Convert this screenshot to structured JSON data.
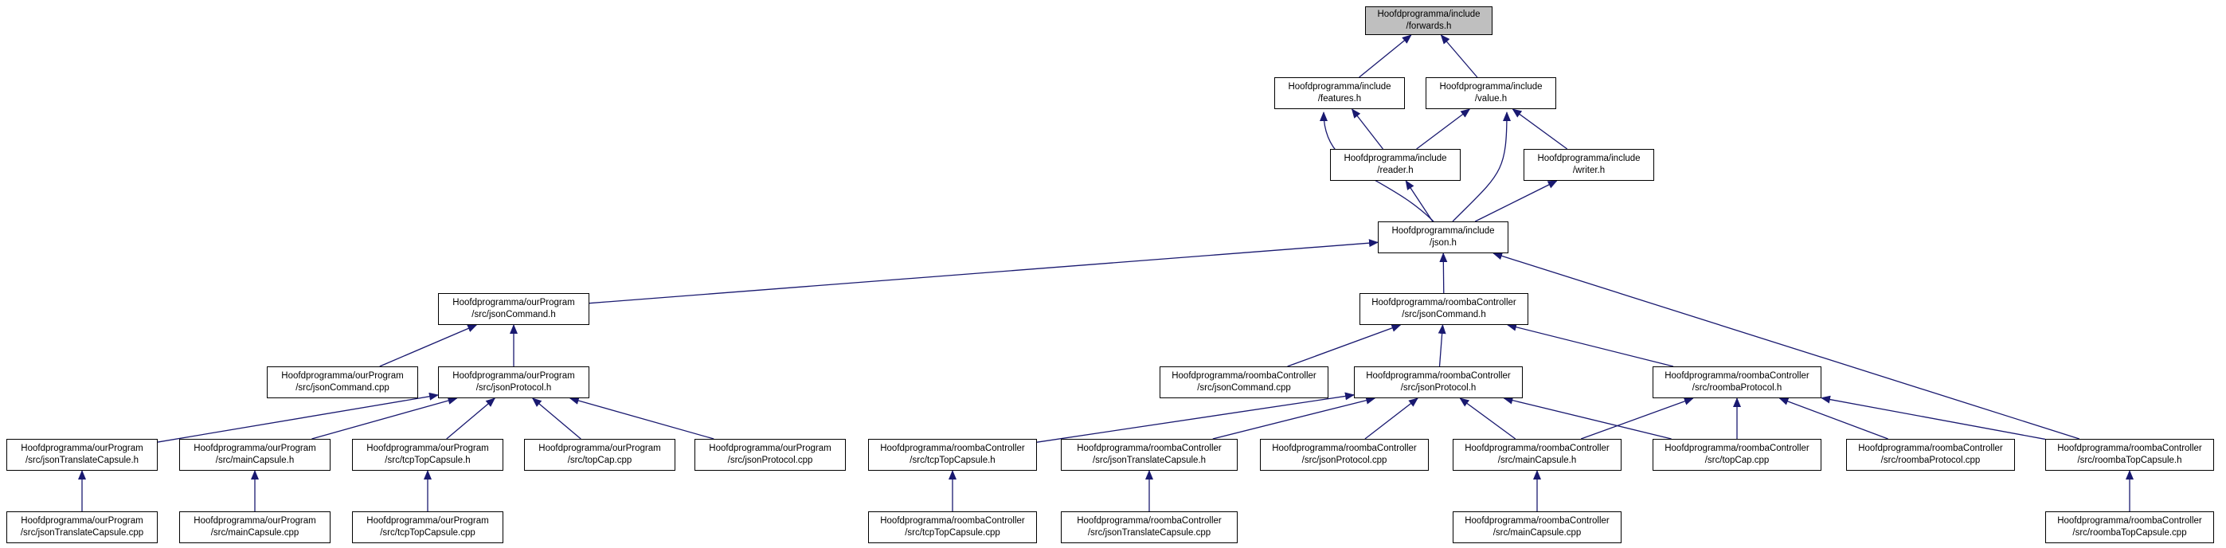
{
  "nodes": [
    {
      "id": "forwards",
      "l1": "Hoofdprogramma/include",
      "l2": "/forwards.h",
      "root": true
    },
    {
      "id": "features",
      "l1": "Hoofdprogramma/include",
      "l2": "/features.h"
    },
    {
      "id": "value",
      "l1": "Hoofdprogramma/include",
      "l2": "/value.h"
    },
    {
      "id": "reader",
      "l1": "Hoofdprogramma/include",
      "l2": "/reader.h"
    },
    {
      "id": "writer",
      "l1": "Hoofdprogramma/include",
      "l2": "/writer.h"
    },
    {
      "id": "json",
      "l1": "Hoofdprogramma/include",
      "l2": "/json.h"
    },
    {
      "id": "op_jsonCommand_h",
      "l1": "Hoofdprogramma/ourProgram",
      "l2": "/src/jsonCommand.h"
    },
    {
      "id": "rc_jsonCommand_h",
      "l1": "Hoofdprogramma/roombaController",
      "l2": "/src/jsonCommand.h"
    },
    {
      "id": "op_jsonCommand_cpp",
      "l1": "Hoofdprogramma/ourProgram",
      "l2": "/src/jsonCommand.cpp"
    },
    {
      "id": "op_jsonProtocol_h",
      "l1": "Hoofdprogramma/ourProgram",
      "l2": "/src/jsonProtocol.h"
    },
    {
      "id": "rc_jsonCommand_cpp",
      "l1": "Hoofdprogramma/roombaController",
      "l2": "/src/jsonCommand.cpp"
    },
    {
      "id": "rc_jsonProtocol_h",
      "l1": "Hoofdprogramma/roombaController",
      "l2": "/src/jsonProtocol.h"
    },
    {
      "id": "rc_roombaProtocol_h",
      "l1": "Hoofdprogramma/roombaController",
      "l2": "/src/roombaProtocol.h"
    },
    {
      "id": "op_jsonTranslateCapsule_h",
      "l1": "Hoofdprogramma/ourProgram",
      "l2": "/src/jsonTranslateCapsule.h"
    },
    {
      "id": "op_mainCapsule_h",
      "l1": "Hoofdprogramma/ourProgram",
      "l2": "/src/mainCapsule.h"
    },
    {
      "id": "op_tcpTopCapsule_h",
      "l1": "Hoofdprogramma/ourProgram",
      "l2": "/src/tcpTopCapsule.h"
    },
    {
      "id": "op_topCap_cpp",
      "l1": "Hoofdprogramma/ourProgram",
      "l2": "/src/topCap.cpp"
    },
    {
      "id": "op_jsonProtocol_cpp",
      "l1": "Hoofdprogramma/ourProgram",
      "l2": "/src/jsonProtocol.cpp"
    },
    {
      "id": "rc_tcpTopCapsule_h",
      "l1": "Hoofdprogramma/roombaController",
      "l2": "/src/tcpTopCapsule.h"
    },
    {
      "id": "rc_jsonTranslateCapsule_h",
      "l1": "Hoofdprogramma/roombaController",
      "l2": "/src/jsonTranslateCapsule.h"
    },
    {
      "id": "rc_jsonProtocol_cpp",
      "l1": "Hoofdprogramma/roombaController",
      "l2": "/src/jsonProtocol.cpp"
    },
    {
      "id": "rc_mainCapsule_h",
      "l1": "Hoofdprogramma/roombaController",
      "l2": "/src/mainCapsule.h"
    },
    {
      "id": "rc_topCap_cpp",
      "l1": "Hoofdprogramma/roombaController",
      "l2": "/src/topCap.cpp"
    },
    {
      "id": "rc_roombaProtocol_cpp",
      "l1": "Hoofdprogramma/roombaController",
      "l2": "/src/roombaProtocol.cpp"
    },
    {
      "id": "rc_roombaTopCapsule_h",
      "l1": "Hoofdprogramma/roombaController",
      "l2": "/src/roombaTopCapsule.h"
    },
    {
      "id": "op_jsonTranslateCapsule_cpp",
      "l1": "Hoofdprogramma/ourProgram",
      "l2": "/src/jsonTranslateCapsule.cpp"
    },
    {
      "id": "op_mainCapsule_cpp",
      "l1": "Hoofdprogramma/ourProgram",
      "l2": "/src/mainCapsule.cpp"
    },
    {
      "id": "op_tcpTopCapsule_cpp",
      "l1": "Hoofdprogramma/ourProgram",
      "l2": "/src/tcpTopCapsule.cpp"
    },
    {
      "id": "rc_tcpTopCapsule_cpp",
      "l1": "Hoofdprogramma/roombaController",
      "l2": "/src/tcpTopCapsule.cpp"
    },
    {
      "id": "rc_jsonTranslateCapsule_cpp",
      "l1": "Hoofdprogramma/roombaController",
      "l2": "/src/jsonTranslateCapsule.cpp"
    },
    {
      "id": "rc_mainCapsule_cpp",
      "l1": "Hoofdprogramma/roombaController",
      "l2": "/src/mainCapsule.cpp"
    },
    {
      "id": "rc_roombaTopCapsule_cpp",
      "l1": "Hoofdprogramma/roombaController",
      "l2": "/src/roombaTopCapsule.cpp"
    }
  ],
  "edges": [
    [
      "features",
      "forwards"
    ],
    [
      "value",
      "forwards"
    ],
    [
      "reader",
      "features"
    ],
    [
      "reader",
      "value"
    ],
    [
      "writer",
      "value"
    ],
    [
      "json",
      "features"
    ],
    [
      "json",
      "value"
    ],
    [
      "json",
      "reader"
    ],
    [
      "json",
      "writer"
    ],
    [
      "op_jsonCommand_h",
      "json"
    ],
    [
      "rc_jsonCommand_h",
      "json"
    ],
    [
      "rc_roombaTopCapsule_h",
      "json"
    ],
    [
      "op_jsonCommand_cpp",
      "op_jsonCommand_h"
    ],
    [
      "op_jsonProtocol_h",
      "op_jsonCommand_h"
    ],
    [
      "rc_jsonCommand_cpp",
      "rc_jsonCommand_h"
    ],
    [
      "rc_jsonProtocol_h",
      "rc_jsonCommand_h"
    ],
    [
      "rc_roombaProtocol_h",
      "rc_jsonCommand_h"
    ],
    [
      "op_jsonTranslateCapsule_h",
      "op_jsonProtocol_h"
    ],
    [
      "op_mainCapsule_h",
      "op_jsonProtocol_h"
    ],
    [
      "op_tcpTopCapsule_h",
      "op_jsonProtocol_h"
    ],
    [
      "op_topCap_cpp",
      "op_jsonProtocol_h"
    ],
    [
      "op_jsonProtocol_cpp",
      "op_jsonProtocol_h"
    ],
    [
      "rc_tcpTopCapsule_h",
      "rc_jsonProtocol_h"
    ],
    [
      "rc_jsonTranslateCapsule_h",
      "rc_jsonProtocol_h"
    ],
    [
      "rc_jsonProtocol_cpp",
      "rc_jsonProtocol_h"
    ],
    [
      "rc_mainCapsule_h",
      "rc_jsonProtocol_h"
    ],
    [
      "rc_topCap_cpp",
      "rc_jsonProtocol_h"
    ],
    [
      "rc_mainCapsule_h",
      "rc_roombaProtocol_h"
    ],
    [
      "rc_topCap_cpp",
      "rc_roombaProtocol_h"
    ],
    [
      "rc_roombaProtocol_cpp",
      "rc_roombaProtocol_h"
    ],
    [
      "rc_roombaTopCapsule_h",
      "rc_roombaProtocol_h"
    ],
    [
      "op_jsonTranslateCapsule_cpp",
      "op_jsonTranslateCapsule_h"
    ],
    [
      "op_mainCapsule_cpp",
      "op_mainCapsule_h"
    ],
    [
      "op_tcpTopCapsule_cpp",
      "op_tcpTopCapsule_h"
    ],
    [
      "rc_tcpTopCapsule_cpp",
      "rc_tcpTopCapsule_h"
    ],
    [
      "rc_jsonTranslateCapsule_cpp",
      "rc_jsonTranslateCapsule_h"
    ],
    [
      "rc_mainCapsule_cpp",
      "rc_mainCapsule_h"
    ],
    [
      "rc_roombaTopCapsule_cpp",
      "rc_roombaTopCapsule_h"
    ]
  ],
  "colors": {
    "edge": "#191970",
    "root_fill": "#bfbfbf",
    "node_fill": "#ffffff",
    "border": "#000000"
  }
}
